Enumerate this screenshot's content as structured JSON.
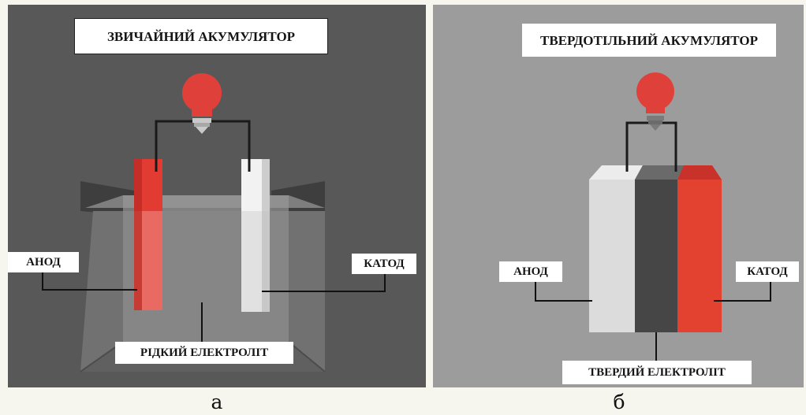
{
  "panel_a": {
    "title": "ЗВИЧАЙНИЙ АКУМУЛЯТОР",
    "label_anode": "АНОД",
    "label_cathode": "КАТОД",
    "label_electrolyte": "РІДКИЙ ЕЛЕКТРОЛІТ",
    "caption": "а"
  },
  "panel_b": {
    "title": "ТВЕРДОТІЛЬНИЙ АКУМУЛЯТОР",
    "label_anode": "АНОД",
    "label_cathode": "КАТОД",
    "label_electrolyte": "ТВЕРДИЙ ЕЛЕКТРОЛІТ",
    "caption": "б"
  },
  "colors": {
    "bulb": "#e0403a",
    "anode_liquid": "#e23b32",
    "cathode_liquid": "#f2f2f2",
    "solid_anode": "#dcdcdc",
    "solid_electrolyte": "#464646",
    "solid_cathode": "#e2422f",
    "wire": "#1a1a1a"
  }
}
